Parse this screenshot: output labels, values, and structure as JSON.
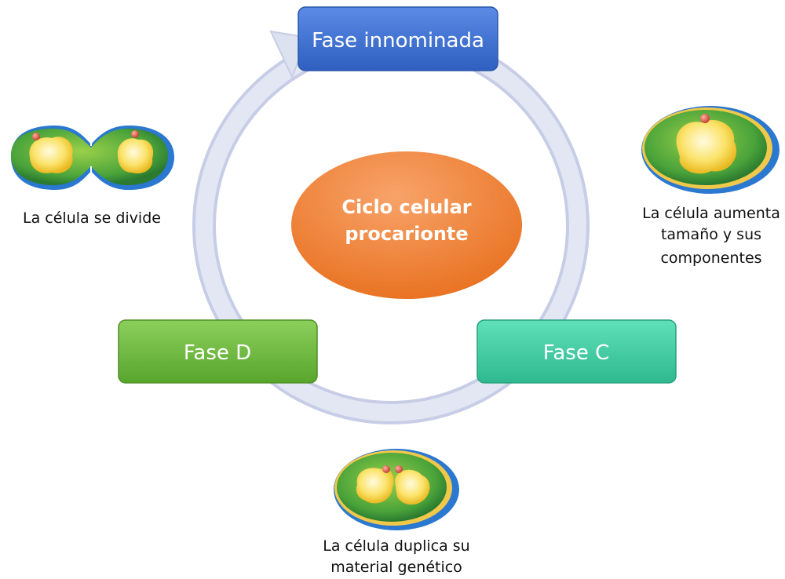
{
  "center": {
    "line1": "Ciclo celular",
    "line2": "procarionte"
  },
  "phases": {
    "top": {
      "label": "Fase innominada"
    },
    "right": {
      "label": "Fase C"
    },
    "left": {
      "label": "Fase D"
    }
  },
  "captions": {
    "right": {
      "line1": "La célula aumenta",
      "line2": "tamaño y sus",
      "line3": "componentes"
    },
    "bottom": {
      "line1": "La célula duplica su",
      "line2": "material genético"
    },
    "left": {
      "line1": "La célula se divide"
    }
  },
  "colors": {
    "ring": "#d7dcee",
    "center_ellipse": "#ee7a28",
    "top_box": "#3f6fce",
    "right_box": "#3ec79e",
    "left_box": "#6ab53a",
    "cell_membrane": "#2f8e3a",
    "cell_capsule": "#2a7ad0",
    "nucleoid": "#f5d23a"
  }
}
